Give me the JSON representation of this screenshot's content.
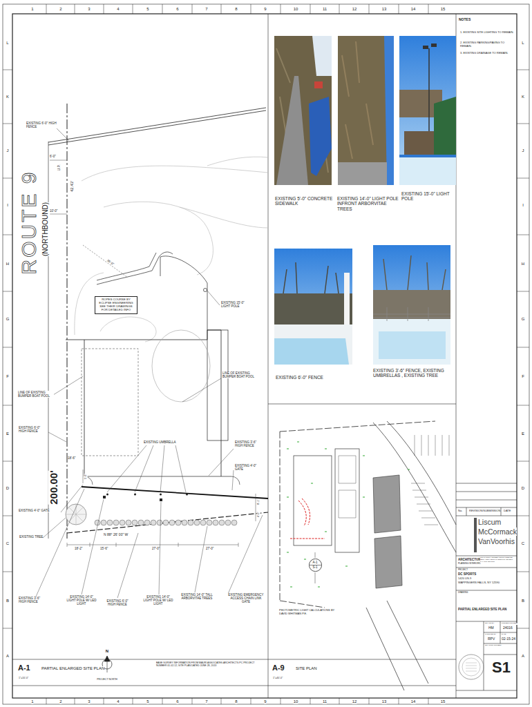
{
  "diagram": {
    "nodes": [
      {
        "text": [
          "ROPES COURSE BY ECLIPSE ENGINEERING SEE THEIR DRAWINGS FOR DETAILED INFO"
        ]
      },
      {
        "text": [
          "A-1",
          "S-1"
        ]
      }
    ],
    "labels": [
      "1",
      "2",
      "3",
      "4",
      "5",
      "6",
      "7",
      "8",
      "9",
      "10",
      "11",
      "12",
      "13",
      "14",
      "15",
      "1",
      "2",
      "3",
      "4",
      "5",
      "6",
      "7",
      "8",
      "9",
      "10",
      "11",
      "12",
      "13",
      "14",
      "15",
      "L",
      "K",
      "J",
      "I",
      "H",
      "G",
      "F",
      "E",
      "D",
      "C",
      "B",
      "A",
      "L",
      "K",
      "J",
      "I",
      "H",
      "G",
      "F",
      "E",
      "D",
      "C",
      "B",
      "A",
      "NOTES",
      "1. EXISTING SITE LIGHTING TO REMAIN.",
      "2. EXISTING PARKING/PAVING TO REMAIN.",
      "3. EXISTING DRAINAGE TO REMAIN.",
      "EXISTING 6'-0\" HIGH FENCE",
      "6'-0\"",
      "U.P.",
      "42.43'",
      "ROUTE 9",
      "(NORTHBOUND)",
      "10'-0\"",
      "36'-0\"",
      "EXISTING 15'-0\" LIGHT POLE",
      "LINE OF EXISTING BUMPER BOAT POOL",
      "LINE OF EXISTING BUMPER BOAT POOL",
      "EXISTING 6'-0\" HIGH FENCE",
      "EXISTING UMBRELLA",
      "EXISTING 3'-6\" HIGH FENCE",
      "EXISTING 4'-0\" GATE",
      "18'-6\"",
      "200.00'",
      "5'-6\"",
      "EXISTING 4'-0\" GATE",
      "8'-1\"",
      "4'-0\"",
      "EXISTING TREE",
      "N 88° 26' 00\" W",
      "18'-2\"",
      "15'-6\"",
      "27'-0\"",
      "27'-0\"",
      "EXISTING 3'-6\" HIGH FENCE",
      "EXISTING 14'-0\" LIGHT POLE W/ LED LIGHT",
      "EXISTING 6'-0\" HIGH FENCE",
      "EXISTING 14'-0\" LIGHT POLE W/ LED LIGHT",
      "EXISTING 14'-0\" TALL ARBORVITAE TREES",
      "EXISTING EMERGENCY ACCESS CHAIN LINK GATE",
      "N",
      "PROJECT NORTH",
      "BASE SURVEY INFORMATION FROM MAURI ASSOCIATES ARCHITECTS PC PROJECT NUMBER 01-02-12, SITE PLAN DATED JUNE 28, 2013",
      "A-1",
      "PARTIAL ENLARGED SITE PLAN",
      "1\"=10'-0\"",
      "EXISTING 5'-0\" CONCRETE SIDEWALK",
      "EXISTING 14'-0\" LIGHT POLE INFRONT ARBORVITAE TREES",
      "EXISTING 15'-0\" LIGHT POLE",
      "EXISTING 6'-0\" FENCE",
      "EXISTING 3'-6\" FENCE, EXISTING UMBRELLAS , EXISTING TREE",
      "PHOTOMETRIC LIGHT CALCULATIONS BY DAVID WHITMAN P.E.",
      "A-9",
      "SITE PLAN",
      "1\"=40'-0\"",
      "No.",
      "REVISION/SUBMISSION",
      "DATE",
      "Liscum",
      "McCormack",
      "VanVoorhis",
      "ARCHITECTURE",
      "PLANNING INTERIORS",
      "180 CHURCH STREET POUGHKEEPSIE NEW YORK 12601 PHONE 845-452-2290 FAX 845-452-0700",
      "PROJECT",
      "DC SPORTS",
      "1420 US-9",
      "WAPPINGERS FALLS, NY 12590",
      "DRAWING",
      "PARTIAL ENLARGED SITE PLAN",
      "DRAWN BY",
      "PROJECT NUMBER",
      "HM",
      "24016",
      "CHECKED BY",
      "DATE",
      "RPV",
      "02-15-24",
      "DRAWING NUMBER",
      "S1"
    ]
  }
}
